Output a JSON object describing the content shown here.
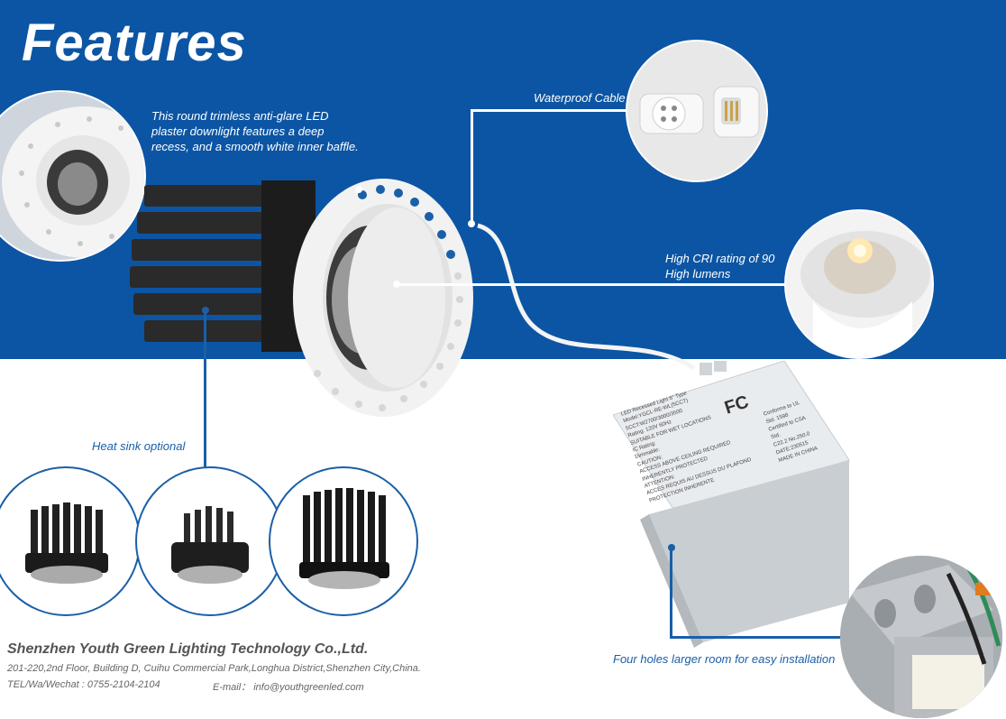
{
  "title": "Features",
  "captions": {
    "baffle": [
      "This round trimless anti-glare LED",
      "plaster downlight features a deep",
      "recess, and a smooth white inner baffle."
    ],
    "cable": "Waterproof Cable",
    "cri": [
      "High CRI rating of 90",
      "High lumens"
    ],
    "heatsink": "Heat sink optional",
    "holes": "Four holes larger room for easy installation"
  },
  "driver_label": {
    "left": [
      "LED Recessed Light 6\" Type",
      "Model:YGCL-RE-WL(5CCT)",
      "5CCT:W2700/3000/3500",
      "Rating: 120V 60Hz",
      "SUITABLE FOR WET LOCATIONS",
      "IC Rating:",
      "Dimmable:",
      "CAUTION:",
      "ACCESS ABOVE CEILING REQUIRED",
      "INHERENTLY PROTECTED",
      "ATTENTION:",
      "ACCES REQUIS AU DESSUS DU PLAFOND",
      "PROTECTION INHERENTE"
    ],
    "right": [
      "Conforms to UL",
      "Std. 1598",
      "Certified to CSA",
      "Std.",
      "C22.2 No.250.0",
      "DATE:230515",
      "MADE IN CHINA"
    ],
    "fc": "FC"
  },
  "company": {
    "name": "Shenzhen Youth Green Lighting Technology Co.,Ltd.",
    "address": "201-220,2nd Floor, Building D, Cuihu Commercial Park,Longhua District,Shenzhen City,China.",
    "tel": "TEL/Wa/Wechat : 0755-2104-2104",
    "email": "E-mail： info@youthgreenled.com"
  },
  "colors": {
    "brand_blue": "#0c55a4",
    "line_blue": "#1a5fa8",
    "text_grey": "#555555"
  }
}
